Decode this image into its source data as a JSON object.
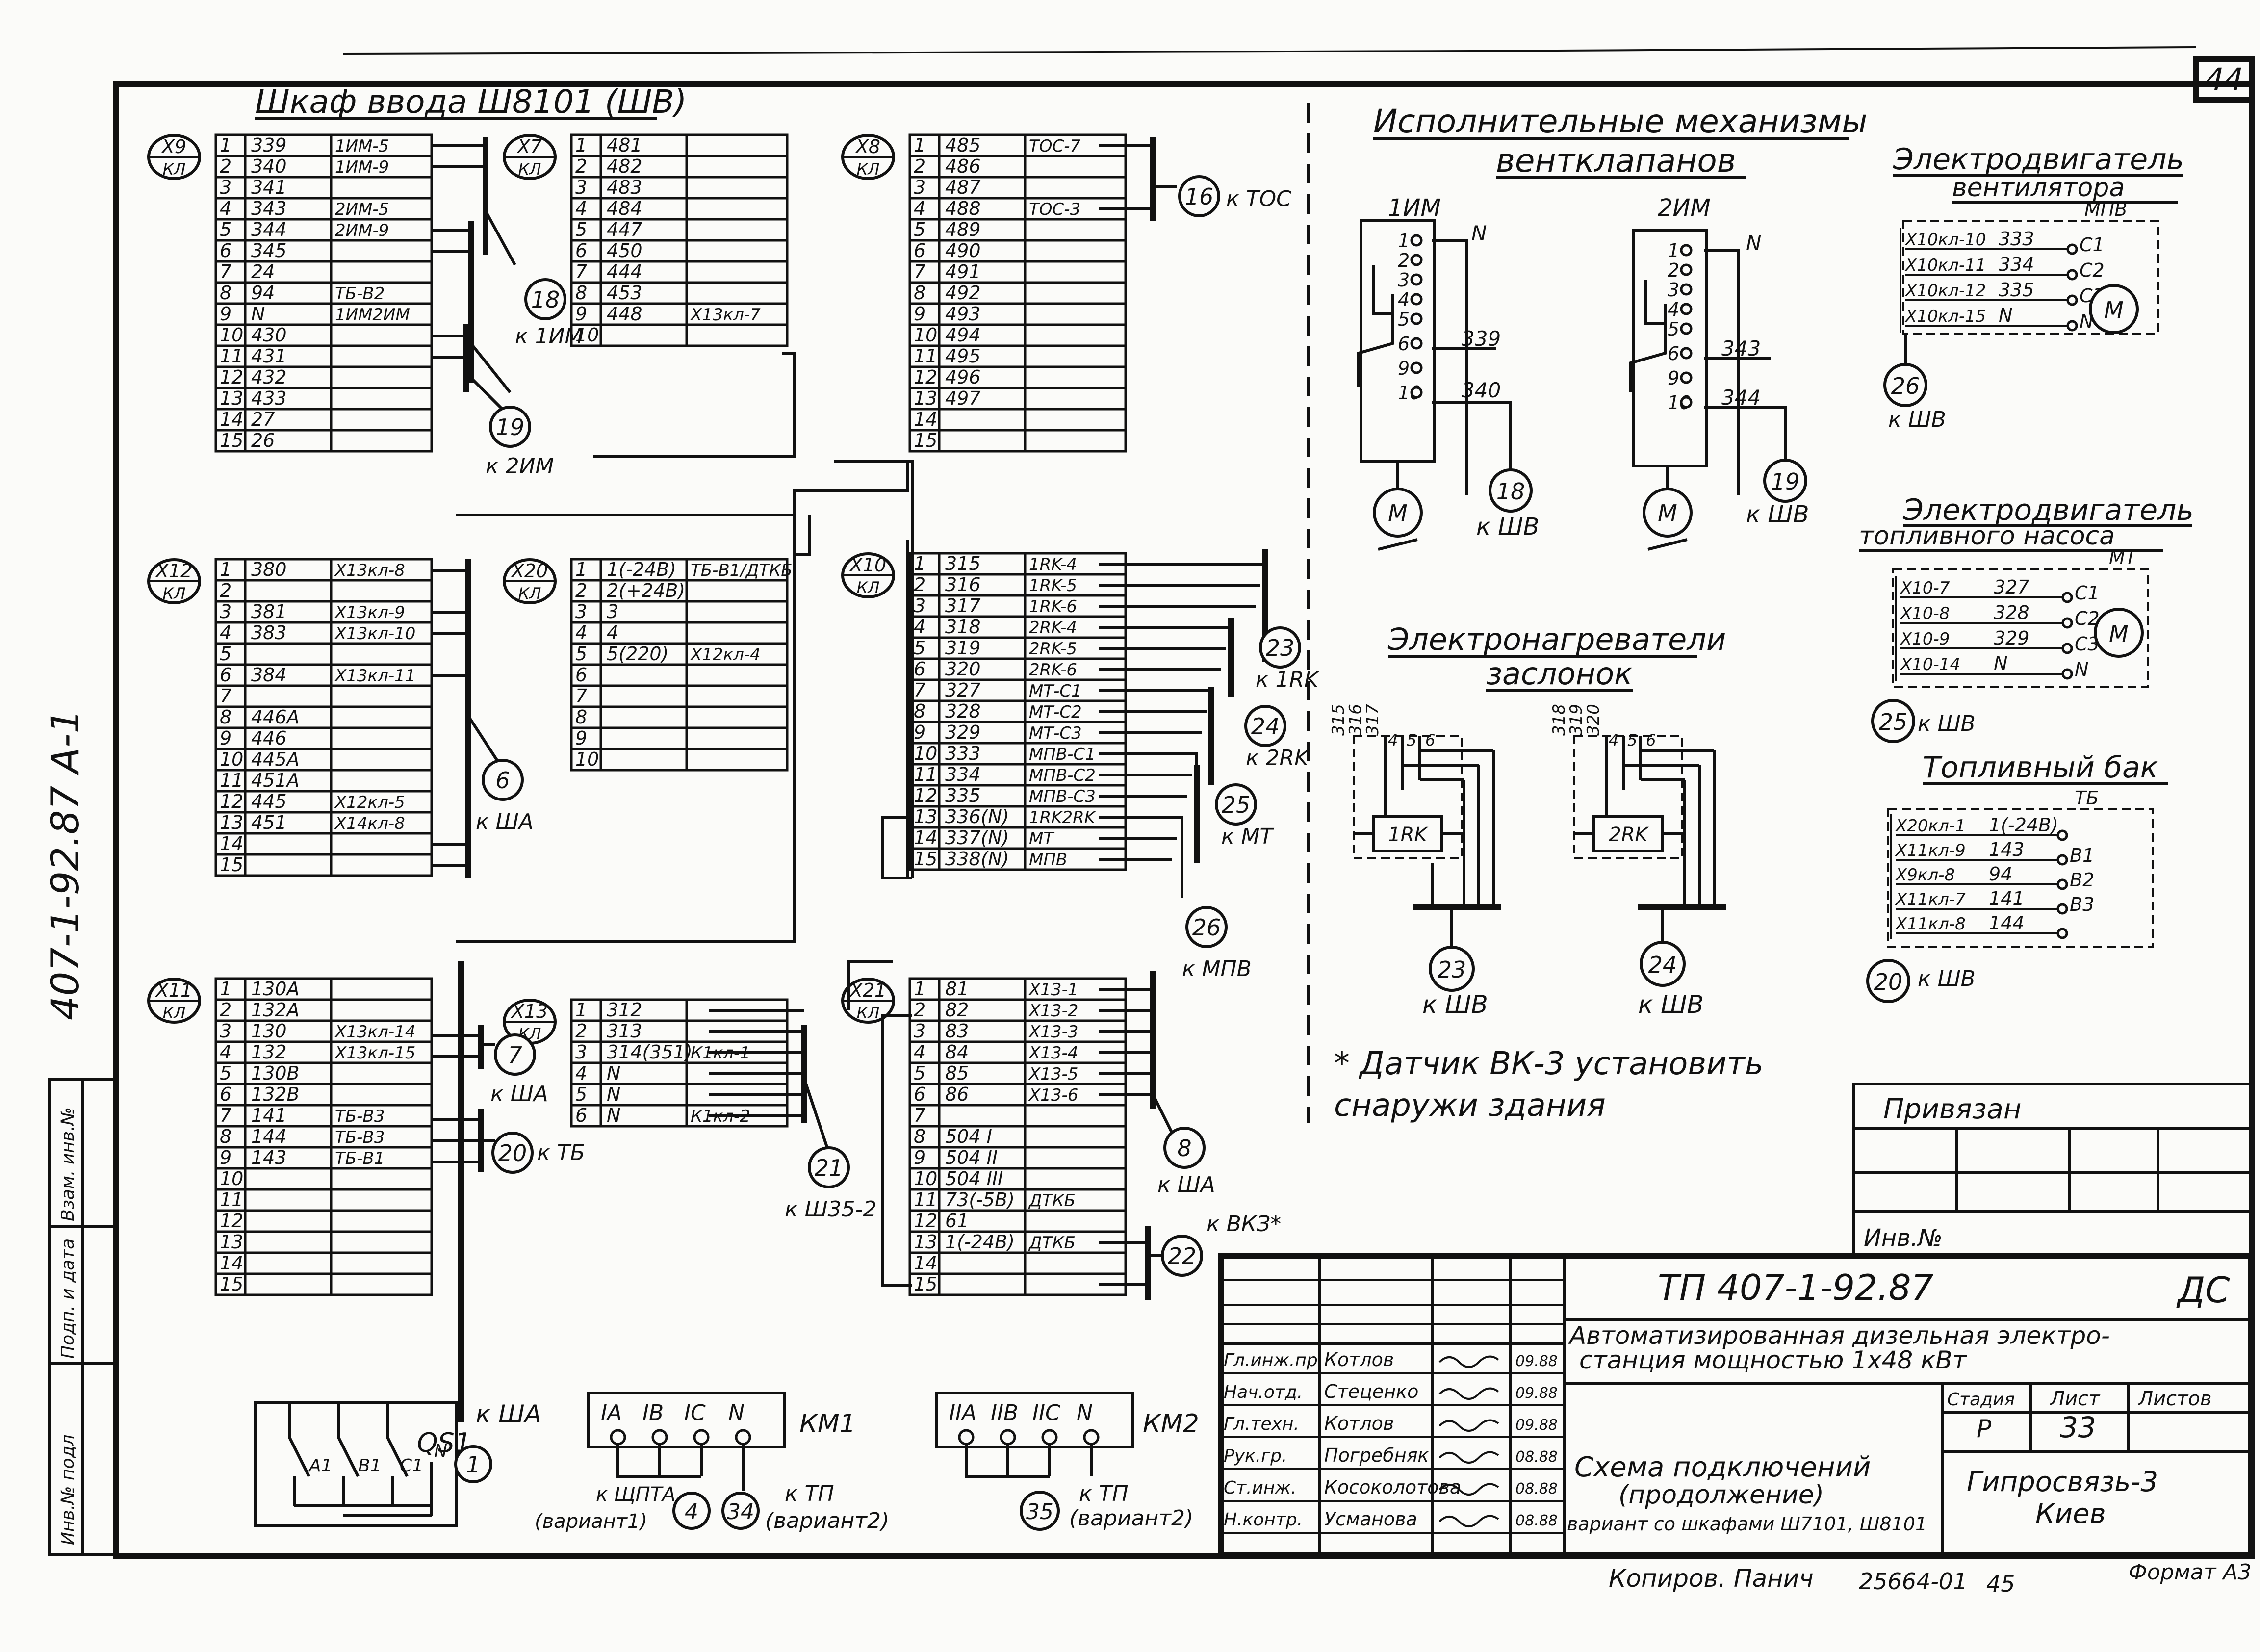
{
  "sheet_number": "44",
  "left_margin_code": "407-1-92.87 A-1",
  "left_stamp": [
    "Инв.№ подл",
    "Подп. и дата",
    "Взам. инв.№"
  ],
  "top_title": "Шкаф ввода Ш8101 (ШВ)",
  "terminal_blocks": [
    {
      "id": "X9",
      "sub": "КЛ",
      "rows": [
        [
          "1",
          "339",
          "1ИМ-5"
        ],
        [
          "2",
          "340",
          "1ИМ-9"
        ],
        [
          "3",
          "341",
          ""
        ],
        [
          "4",
          "343",
          "2ИМ-5"
        ],
        [
          "5",
          "344",
          "2ИМ-9"
        ],
        [
          "6",
          "345",
          ""
        ],
        [
          "7",
          "24",
          ""
        ],
        [
          "8",
          "94",
          "ТБ-В2"
        ],
        [
          "9",
          "N",
          "1ИМ2ИМ"
        ],
        [
          "10",
          "430",
          ""
        ],
        [
          "11",
          "431",
          ""
        ],
        [
          "12",
          "432",
          ""
        ],
        [
          "13",
          "433",
          ""
        ],
        [
          "14",
          "27",
          ""
        ],
        [
          "15",
          "26",
          ""
        ]
      ]
    },
    {
      "id": "X7",
      "sub": "КЛ",
      "rows": [
        [
          "1",
          "481",
          ""
        ],
        [
          "2",
          "482",
          ""
        ],
        [
          "3",
          "483",
          ""
        ],
        [
          "4",
          "484",
          ""
        ],
        [
          "5",
          "447",
          ""
        ],
        [
          "6",
          "450",
          ""
        ],
        [
          "7",
          "444",
          ""
        ],
        [
          "8",
          "453",
          ""
        ],
        [
          "9",
          "448",
          "X13кл-7"
        ],
        [
          "10",
          "",
          ""
        ]
      ]
    },
    {
      "id": "X8",
      "sub": "КЛ",
      "rows": [
        [
          "1",
          "485",
          "ТОС-7"
        ],
        [
          "2",
          "486",
          ""
        ],
        [
          "3",
          "487",
          ""
        ],
        [
          "4",
          "488",
          "ТОС-3"
        ],
        [
          "5",
          "489",
          ""
        ],
        [
          "6",
          "490",
          ""
        ],
        [
          "7",
          "491",
          ""
        ],
        [
          "8",
          "492",
          ""
        ],
        [
          "9",
          "493",
          ""
        ],
        [
          "10",
          "494",
          ""
        ],
        [
          "11",
          "495",
          ""
        ],
        [
          "12",
          "496",
          ""
        ],
        [
          "13",
          "497",
          ""
        ],
        [
          "14",
          "",
          ""
        ],
        [
          "15",
          "",
          ""
        ]
      ]
    },
    {
      "id": "X12",
      "sub": "КЛ",
      "rows": [
        [
          "1",
          "380",
          "X13кл-8"
        ],
        [
          "2",
          "",
          ""
        ],
        [
          "3",
          "381",
          "X13кл-9"
        ],
        [
          "4",
          "383",
          "X13кл-10"
        ],
        [
          "5",
          "",
          ""
        ],
        [
          "6",
          "384",
          "X13кл-11"
        ],
        [
          "7",
          "",
          ""
        ],
        [
          "8",
          "446A",
          ""
        ],
        [
          "9",
          "446",
          ""
        ],
        [
          "10",
          "445A",
          ""
        ],
        [
          "11",
          "451A",
          ""
        ],
        [
          "12",
          "445",
          "X12кл-5"
        ],
        [
          "13",
          "451",
          "X14кл-8"
        ],
        [
          "14",
          "",
          ""
        ],
        [
          "15",
          "",
          ""
        ]
      ]
    },
    {
      "id": "X20",
      "sub": "КЛ",
      "rows": [
        [
          "1",
          "1(-24В)",
          "ТБ-В1/ДТКБ"
        ],
        [
          "2",
          "2(+24В)",
          ""
        ],
        [
          "3",
          "3",
          ""
        ],
        [
          "4",
          "4",
          ""
        ],
        [
          "5",
          "5(220)",
          "X12кл-4"
        ],
        [
          "6",
          "",
          ""
        ],
        [
          "7",
          "",
          ""
        ],
        [
          "8",
          "",
          ""
        ],
        [
          "9",
          "",
          ""
        ],
        [
          "10",
          "",
          ""
        ]
      ]
    },
    {
      "id": "X10",
      "sub": "КЛ",
      "rows": [
        [
          "1",
          "315",
          "1RK-4"
        ],
        [
          "2",
          "316",
          "1RK-5"
        ],
        [
          "3",
          "317",
          "1RK-6"
        ],
        [
          "4",
          "318",
          "2RK-4"
        ],
        [
          "5",
          "319",
          "2RK-5"
        ],
        [
          "6",
          "320",
          "2RK-6"
        ],
        [
          "7",
          "327",
          "МТ-С1"
        ],
        [
          "8",
          "328",
          "МТ-С2"
        ],
        [
          "9",
          "329",
          "МТ-С3"
        ],
        [
          "10",
          "333",
          "МПВ-С1"
        ],
        [
          "11",
          "334",
          "МПВ-С2"
        ],
        [
          "12",
          "335",
          "МПВ-С3"
        ],
        [
          "13",
          "336(N)",
          "1RK2RK"
        ],
        [
          "14",
          "337(N)",
          "МТ"
        ],
        [
          "15",
          "338(N)",
          "МПВ"
        ]
      ]
    },
    {
      "id": "X11",
      "sub": "КЛ",
      "rows": [
        [
          "1",
          "130A",
          ""
        ],
        [
          "2",
          "132A",
          ""
        ],
        [
          "3",
          "130",
          "X13кл-14"
        ],
        [
          "4",
          "132",
          "X13кл-15"
        ],
        [
          "5",
          "130B",
          ""
        ],
        [
          "6",
          "132B",
          ""
        ],
        [
          "7",
          "141",
          "ТБ-В3"
        ],
        [
          "8",
          "144",
          "ТБ-В3"
        ],
        [
          "9",
          "143",
          "ТБ-В1"
        ],
        [
          "10",
          "",
          ""
        ],
        [
          "11",
          "",
          ""
        ],
        [
          "12",
          "",
          ""
        ],
        [
          "13",
          "",
          ""
        ],
        [
          "14",
          "",
          ""
        ],
        [
          "15",
          "",
          ""
        ]
      ]
    },
    {
      "id": "X13",
      "sub": "КЛ",
      "rows": [
        [
          "1",
          "312",
          ""
        ],
        [
          "2",
          "313",
          ""
        ],
        [
          "3",
          "314(351)",
          "К1кл-1"
        ],
        [
          "4",
          "N",
          ""
        ],
        [
          "5",
          "N",
          ""
        ],
        [
          "6",
          "N",
          "К1кл-2"
        ]
      ]
    },
    {
      "id": "X21",
      "sub": "КЛ",
      "rows": [
        [
          "1",
          "81",
          "X13-1"
        ],
        [
          "2",
          "82",
          "X13-2"
        ],
        [
          "3",
          "83",
          "X13-3"
        ],
        [
          "4",
          "84",
          "X13-4"
        ],
        [
          "5",
          "85",
          "X13-5"
        ],
        [
          "6",
          "86",
          "X13-6"
        ],
        [
          "7",
          "",
          ""
        ],
        [
          "8",
          "504 I",
          ""
        ],
        [
          "9",
          "504 II",
          ""
        ],
        [
          "10",
          "504 III",
          ""
        ],
        [
          "11",
          "73(-5В)",
          "ДТКБ"
        ],
        [
          "12",
          "61",
          ""
        ],
        [
          "13",
          "1(-24В)",
          "ДТКБ"
        ],
        [
          "14",
          "",
          ""
        ],
        [
          "15",
          "",
          ""
        ]
      ]
    }
  ],
  "cable_markers": [
    {
      "num": "18",
      "label": "к 1ИМ"
    },
    {
      "num": "19",
      "label": "к 2ИМ"
    },
    {
      "num": "16",
      "label": "к ТОС"
    },
    {
      "num": "6",
      "label": "к ША"
    },
    {
      "num": "23",
      "label": "к 1RK"
    },
    {
      "num": "24",
      "label": "к 2RK"
    },
    {
      "num": "25",
      "label": "к МТ"
    },
    {
      "num": "26",
      "label": "к МПВ"
    },
    {
      "num": "7",
      "label": "к ША"
    },
    {
      "num": "20",
      "label": "к ТБ"
    },
    {
      "num": "21",
      "label": "к Ш35-2"
    },
    {
      "num": "8",
      "label": "к ША"
    },
    {
      "num": "22",
      "label": "к ВКЗ*"
    }
  ],
  "bottom_devices": {
    "qs1": {
      "label": "QS1",
      "terms": [
        "А1",
        "В1",
        "С1",
        "N"
      ],
      "cable": "1",
      "cable_label": "к ША"
    },
    "km1": {
      "label": "КМ1",
      "terms": [
        "IA",
        "IB",
        "IC",
        "N"
      ],
      "cables": [
        "4",
        "34"
      ],
      "left_label": "к ЩПТА",
      "left_sub": "(вариант1)",
      "right_label": "к ТП",
      "right_sub": "(вариант2)"
    },
    "km2": {
      "label": "КМ2",
      "terms": [
        "IIA",
        "IIB",
        "IIC",
        "N"
      ],
      "cable": "35",
      "cable_label": "к ТП",
      "cable_sub": "(вариант2)"
    }
  },
  "valve_section": {
    "title1": "Исполнительные механизмы",
    "title2": "вентклапанов",
    "im1": {
      "name": "1ИМ",
      "pins": [
        "1",
        "2",
        "3",
        "4",
        "5",
        "6",
        "9",
        "10"
      ],
      "wires": [
        "N",
        "339",
        "340"
      ],
      "cable": "18",
      "cable_label": "к ШВ",
      "motor": "М"
    },
    "im2": {
      "name": "2ИМ",
      "pins": [
        "1",
        "2",
        "3",
        "4",
        "5",
        "6",
        "9",
        "10"
      ],
      "wires": [
        "N",
        "343",
        "344"
      ],
      "cable": "19",
      "cable_label": "к ШВ",
      "motor": "М"
    }
  },
  "fan_motor": {
    "title1": "Электродвигатель",
    "title2": "вентилятора",
    "tag": "МПВ",
    "rows": [
      [
        "X10кл-10",
        "333",
        "С1"
      ],
      [
        "X10кл-11",
        "334",
        "С2"
      ],
      [
        "X10кл-12",
        "335",
        "С3"
      ],
      [
        "X10кл-15",
        "N",
        "N"
      ]
    ],
    "motor": "М",
    "cable": "26",
    "cable_label": "к ШВ"
  },
  "fuel_motor": {
    "title1": "Электродвигатель",
    "title2": "топливного насоса",
    "tag": "МТ",
    "rows": [
      [
        "X10-7",
        "327",
        "С1"
      ],
      [
        "X10-8",
        "328",
        "С2"
      ],
      [
        "X10-9",
        "329",
        "С3"
      ],
      [
        "X10-14",
        "N",
        "N"
      ]
    ],
    "motor": "М",
    "cable": "25",
    "cable_label": "к ШВ"
  },
  "fuel_tank": {
    "title": "Топливный бак",
    "tag": "ТБ",
    "rows": [
      [
        "X20кл-1",
        "1(-24В)",
        ""
      ],
      [
        "X11кл-9",
        "143",
        "В1"
      ],
      [
        "X9кл-8",
        "94",
        "В2"
      ],
      [
        "X11кл-7",
        "141",
        "В3"
      ],
      [
        "X11кл-8",
        "144",
        ""
      ]
    ],
    "cable": "20",
    "cable_label": "к ШВ"
  },
  "heaters": {
    "title1": "Электронагреватели",
    "title2": "заслонок",
    "h1": {
      "name": "1RK",
      "wires": [
        "315",
        "316",
        "317"
      ],
      "pins": [
        "4",
        "5",
        "6"
      ],
      "cable": "23",
      "cable_label": "к ШВ"
    },
    "h2": {
      "name": "2RK",
      "wires": [
        "318",
        "319",
        "320"
      ],
      "pins": [
        "4",
        "5",
        "6"
      ],
      "cable": "24",
      "cable_label": "к ШВ"
    }
  },
  "note": {
    "line1": "* Датчик ВК-3 установить",
    "line2": "снаружи здания"
  },
  "title_block": {
    "privyazan": "Привязан",
    "inv": "Инв.№",
    "code": "ТП 407-1-92.87",
    "doc_type": "ДС",
    "desc1": "Автоматизированная дизельная электро-",
    "desc2": "станция мощностью 1х48 кВт",
    "signers": [
      {
        "role": "Гл.инж.пр.",
        "name": "Котлов",
        "date": "09.88"
      },
      {
        "role": "Нач.отд.",
        "name": "Стеценко",
        "date": "09.88"
      },
      {
        "role": "Гл.техн.",
        "name": "Котлов",
        "date": "09.88"
      },
      {
        "role": "Рук.гр.",
        "name": "Погребняк",
        "date": "08.88"
      },
      {
        "role": "Ст.инж.",
        "name": "Косоколотова",
        "date": "08.88"
      },
      {
        "role": "Н.контр.",
        "name": "Усманова",
        "date": "08.88"
      }
    ],
    "stage_h": "Стадия",
    "sheet_h": "Лист",
    "sheets_h": "Листов",
    "stage": "Р",
    "sheet": "33",
    "sheet_title1": "Схема подключений",
    "sheet_title2": "(продолжение)",
    "sheet_title3": "вариант со шкафами Ш7101, Ш8101",
    "org1": "Гипросвязь-3",
    "org2": "Киев"
  },
  "footer": {
    "copy": "Копиров. Панич",
    "num": "25664-01",
    "page": "45",
    "format": "Формат А3"
  }
}
